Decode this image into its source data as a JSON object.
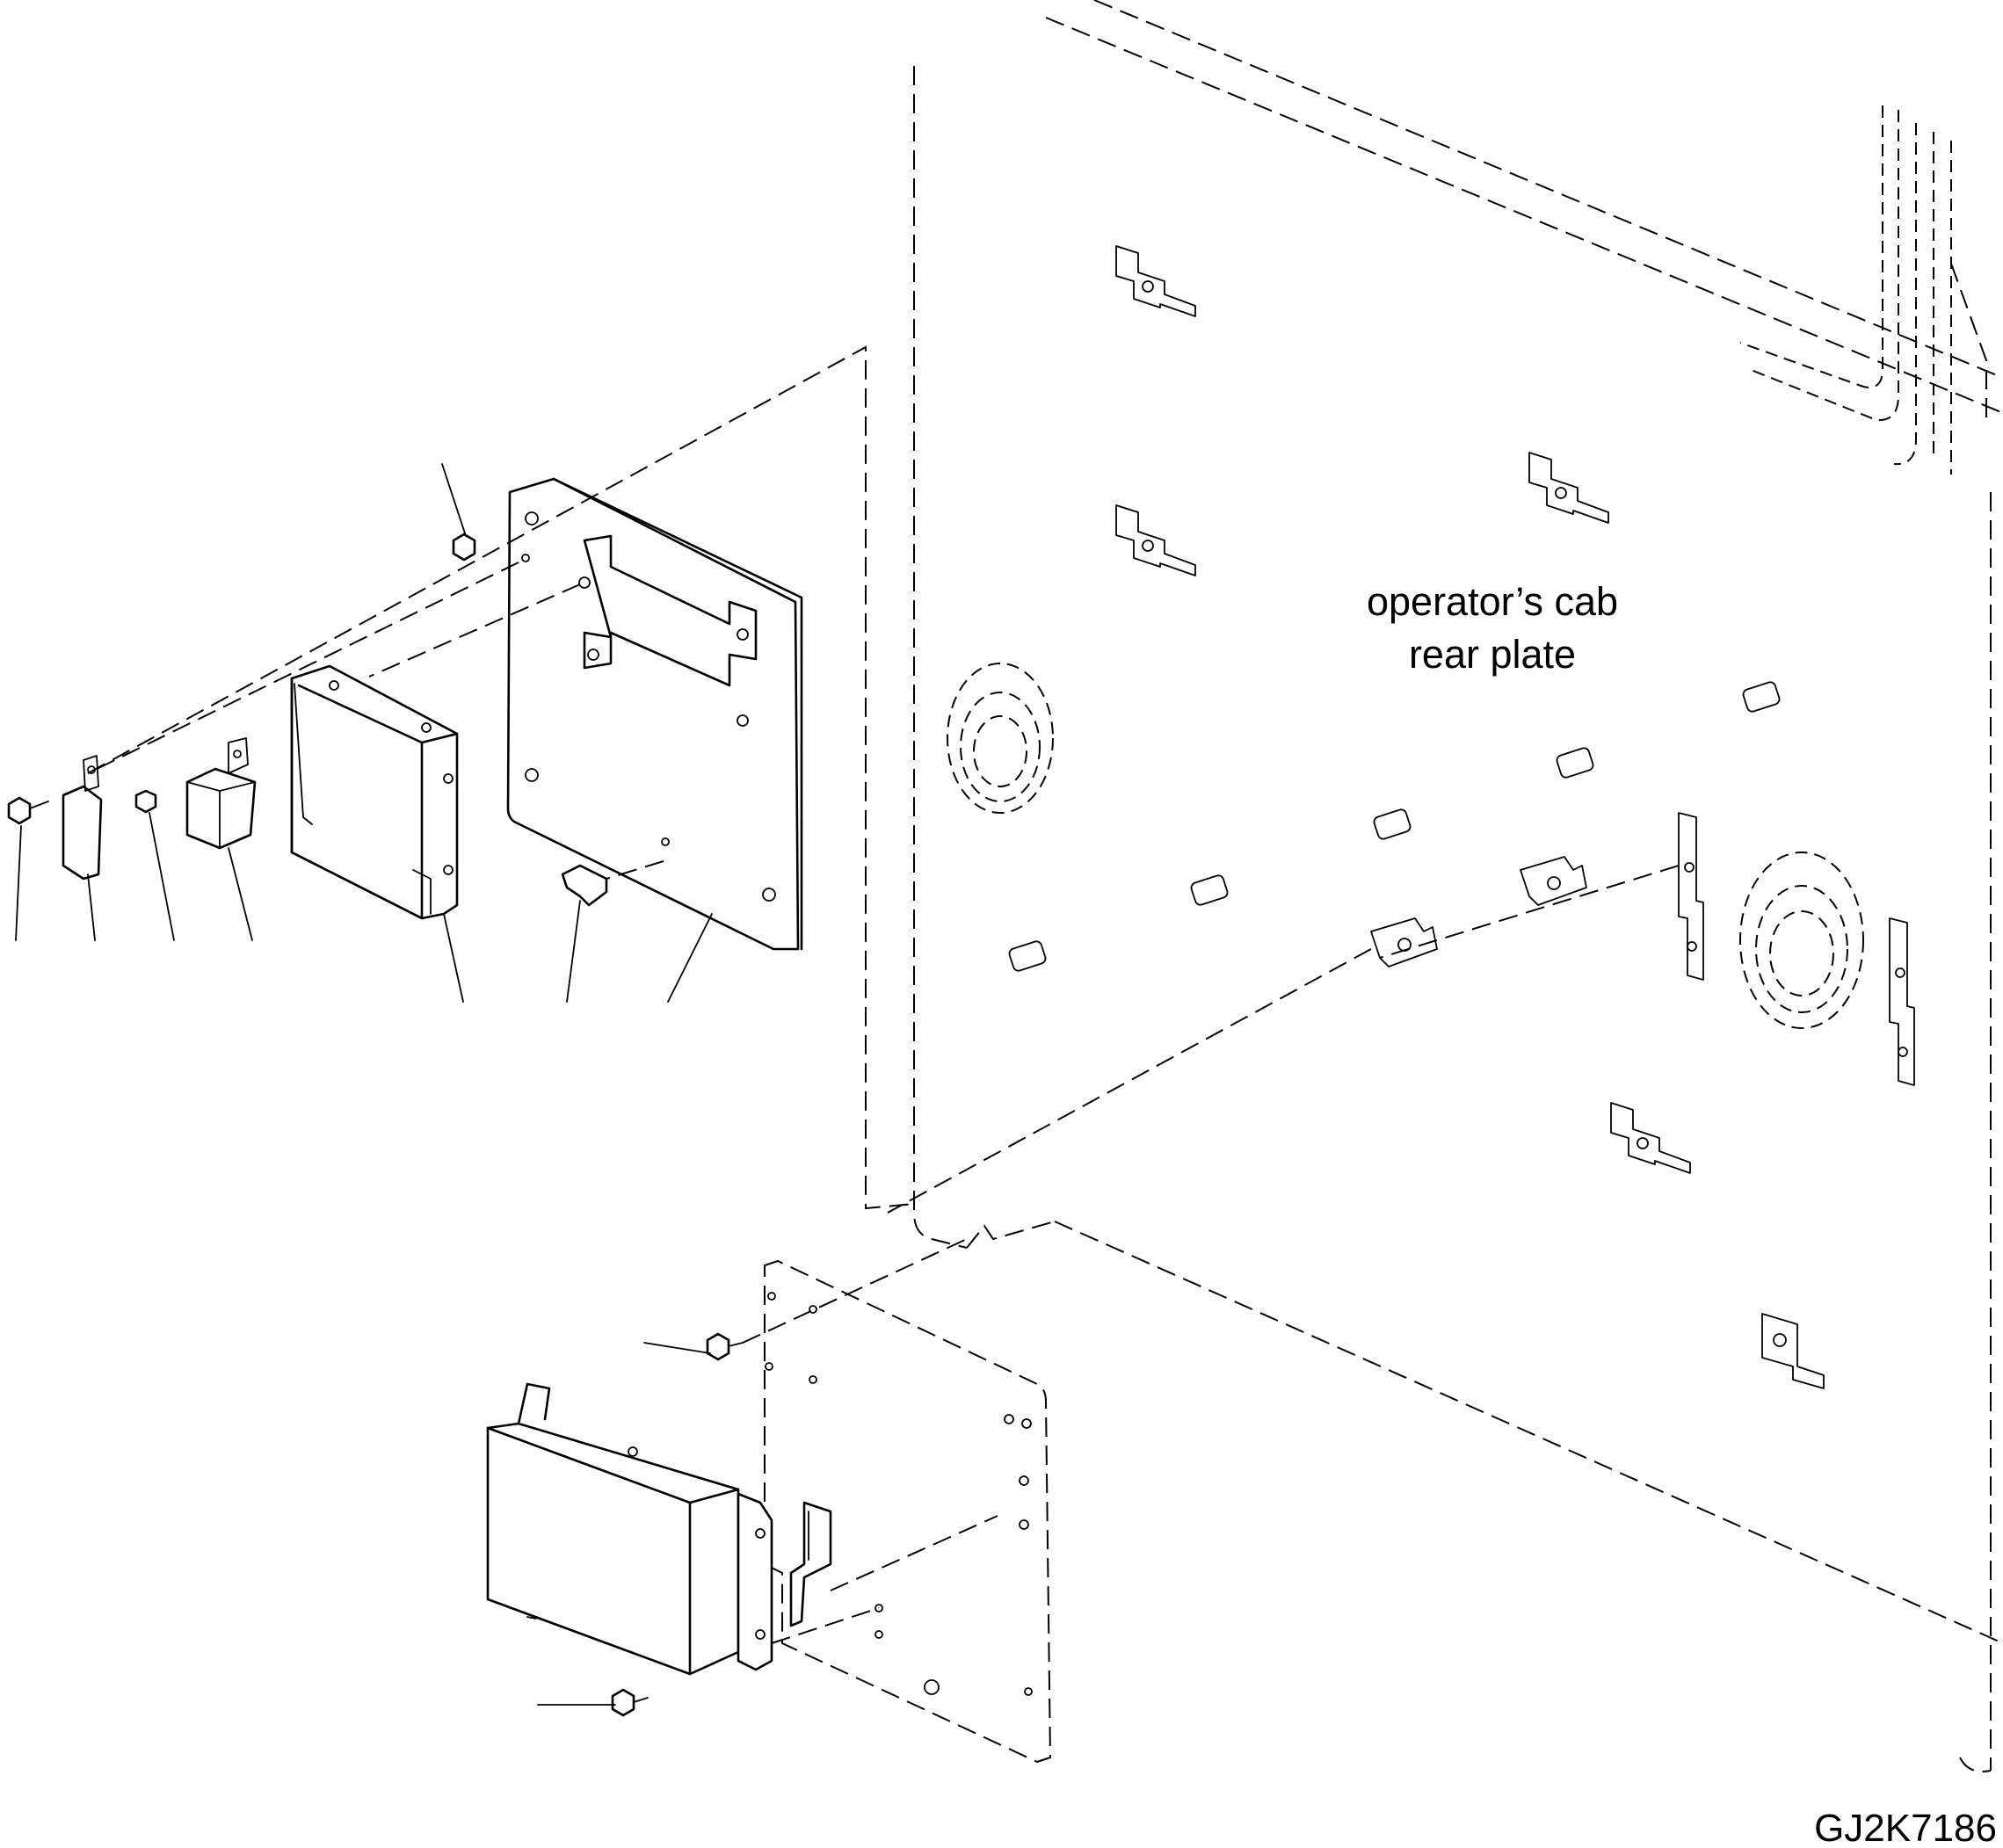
{
  "labels": {
    "cab_plate_line1": "operator’s cab",
    "cab_plate_line2": "rear plate",
    "drawing_id": "GJ2K7186"
  }
}
